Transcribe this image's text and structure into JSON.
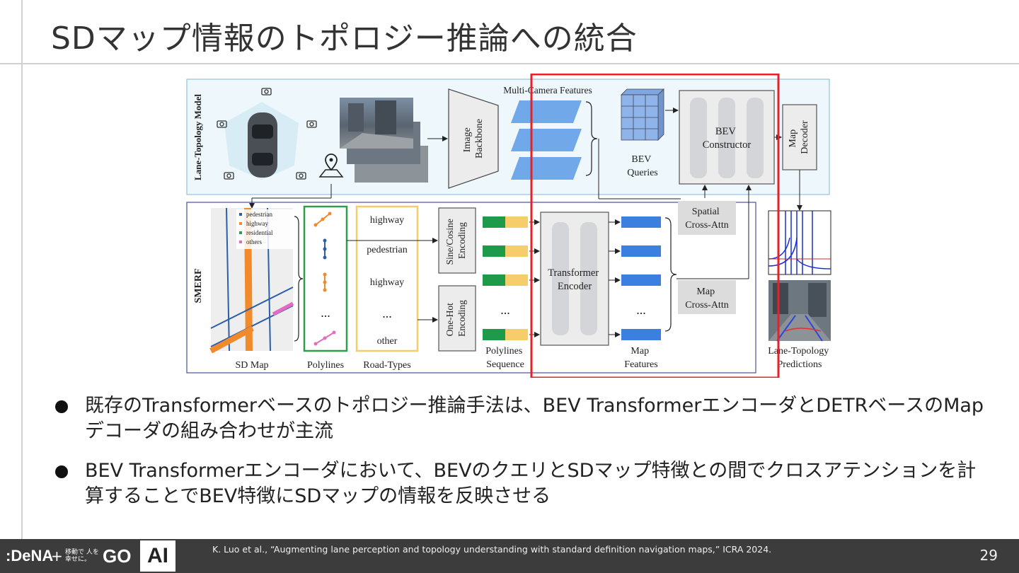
{
  "slide": {
    "title": "SDマップ情報のトポロジー推論への統合",
    "bullets": [
      "既存のTransformerベースのトポロジー推論手法は、BEV TransformerエンコーダとDETRベースのMapデコーダの組み合わせが主流",
      "BEV Transformerエンコーダにおいて、BEVのクエリとSDマップ特徴との間でクロスアテンションを計算することでBEV特徴にSDマップの情報を反映させる"
    ],
    "citation": "K. Luo et al., “Augmenting lane perception and topology understanding with standard definition navigation maps,” ICRA 2024.",
    "page_number": "29"
  },
  "footer": {
    "logo_dena": ":DeNA",
    "logo_plus": "+",
    "logo_tagline": "移動で 人を幸せに。",
    "logo_go": "GO",
    "ai_label": "AI"
  },
  "figure": {
    "lane_topology_model_label": "Lane-Topology Model",
    "smerf_label": "SMERF",
    "multi_camera_features": "Multi-Camera Features",
    "image_backbone": [
      "Image",
      "Backbone"
    ],
    "bev_queries": [
      "BEV",
      "Queries"
    ],
    "bev_constructor": [
      "BEV",
      "Constructor"
    ],
    "map_decoder": [
      "Map",
      "Decoder"
    ],
    "spatial_cross_attn": [
      "Spatial",
      "Cross-Attn"
    ],
    "map_cross_attn": [
      "Map",
      "Cross-Attn"
    ],
    "transformer_encoder": [
      "Transformer",
      "Encoder"
    ],
    "sine_cosine_encoding": [
      "Sine/Cosine",
      "Encoding"
    ],
    "one_hot_encoding": [
      "One-Hot",
      "Encoding"
    ],
    "legend": [
      "pedestrian",
      "highway",
      "residential",
      "others"
    ],
    "road_types": [
      "highway",
      "pedestrian",
      "highway",
      "...",
      "other"
    ],
    "ellipsis": "...",
    "captions": {
      "sd_map": "SD Map",
      "polylines": "Polylines",
      "road_types": "Road-Types",
      "polylines_sequence": [
        "Polylines",
        "Sequence"
      ],
      "map_features": [
        "Map",
        "Features"
      ],
      "lane_topology_predictions": [
        "Lane-Topology",
        "Predictions"
      ]
    },
    "colors": {
      "highlight": "#e8202a",
      "polyline_box": "#2e9e4a",
      "road_type_box": "#f5cd6b",
      "feature_blue": "#3b7fe0",
      "seq_green": "#1d9a4a",
      "seq_yellow": "#f5cd6b",
      "panel_fill": "#eef7fb",
      "highway_orange": "#f08a2a",
      "pedestrian_blue": "#2b5fa8",
      "residential_green": "#2e9e4a",
      "others_pink": "#e46bc4"
    }
  }
}
